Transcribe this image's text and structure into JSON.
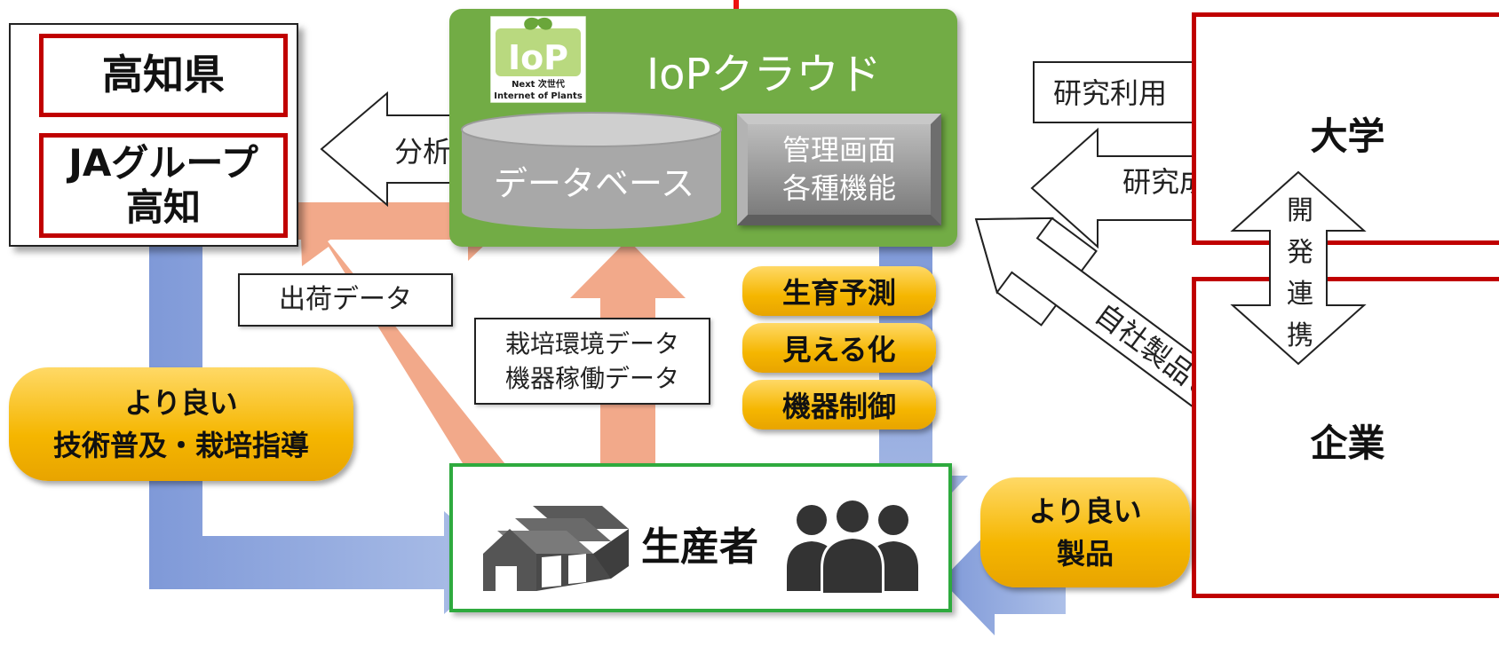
{
  "nodes": {
    "kochi": "高知県",
    "ja": [
      "JAグループ",
      "高知"
    ],
    "university": "大学",
    "company": "企業",
    "producer": "生産者"
  },
  "cloud": {
    "title": "IoPクラウド",
    "database": "データベース",
    "admin": [
      "管理画面",
      "各種機能"
    ],
    "logo": {
      "mark": "IoP",
      "line1": "Next 次世代",
      "line2": "Internet of Plants"
    }
  },
  "services": [
    "生育予測",
    "見える化",
    "機器制御"
  ],
  "edges": {
    "analysis": "分析",
    "research_use": "研究利用",
    "research_results": "研究成果",
    "joint_dev": [
      "開",
      "発",
      "連",
      "携"
    ],
    "product_link": "自社製品との連携",
    "shipping_data": "出荷データ",
    "env_data": [
      "栽培環境データ",
      "機器稼働データ"
    ]
  },
  "outcomes": {
    "guidance": [
      "より良い",
      "技術普及・栽培指導"
    ],
    "products": [
      "より良い",
      "製品"
    ]
  },
  "colors": {
    "red_frame": "#c00000",
    "cloud_green": "#72ac45",
    "producer_green": "#2eaa3e",
    "pill_gold": "#f5b600",
    "blue_arrow": "#8ea6dc",
    "salmon_arrow": "#f2a98a"
  }
}
